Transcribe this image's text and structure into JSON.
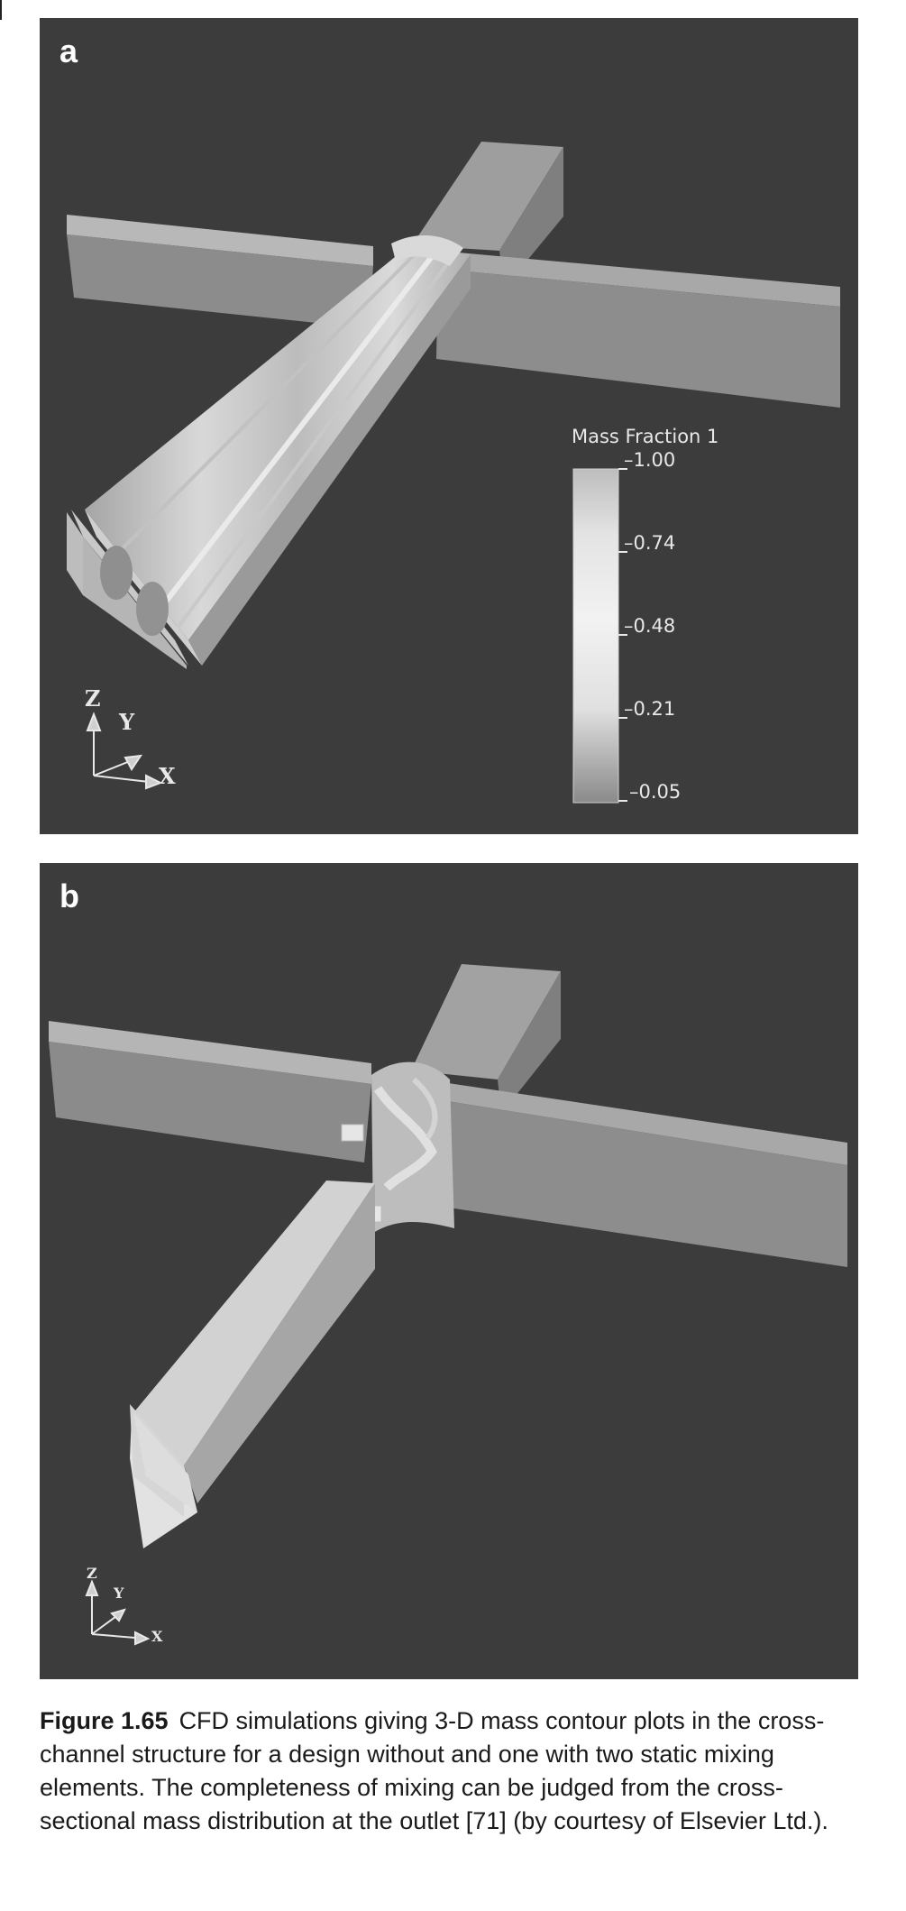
{
  "panels": {
    "a": {
      "letter": "a",
      "legend": {
        "title": "Mass Fraction 1",
        "ticks": [
          "1.00",
          "0.74",
          "0.48",
          "0.21",
          "0.05"
        ],
        "ticks_prefixed": [
          "–1.00",
          "–0.74",
          "–0.48",
          "–0.21",
          "–0.05"
        ]
      },
      "axes": {
        "z": "Z",
        "y": "Y",
        "x": "X"
      }
    },
    "b": {
      "letter": "b",
      "axes": {
        "z": "Z",
        "y": "Y",
        "x": "X"
      }
    }
  },
  "caption": {
    "label": "Figure 1.65",
    "text": "CFD simulations giving 3-D mass contour plots in the cross-channel structure for a design without and one with two static mixing elements. The completeness of mixing can be judged from the cross-sectional mass distribution at the outlet [71] (by courtesy of Elsevier Ltd.)."
  },
  "colors": {
    "background": "#3c3c3c",
    "channel_side": "#8a8a8a",
    "channel_top": "#a9a9a9",
    "mixed_fluid": "#d6d6d6"
  },
  "icons": [
    "axis-triad-icon"
  ]
}
